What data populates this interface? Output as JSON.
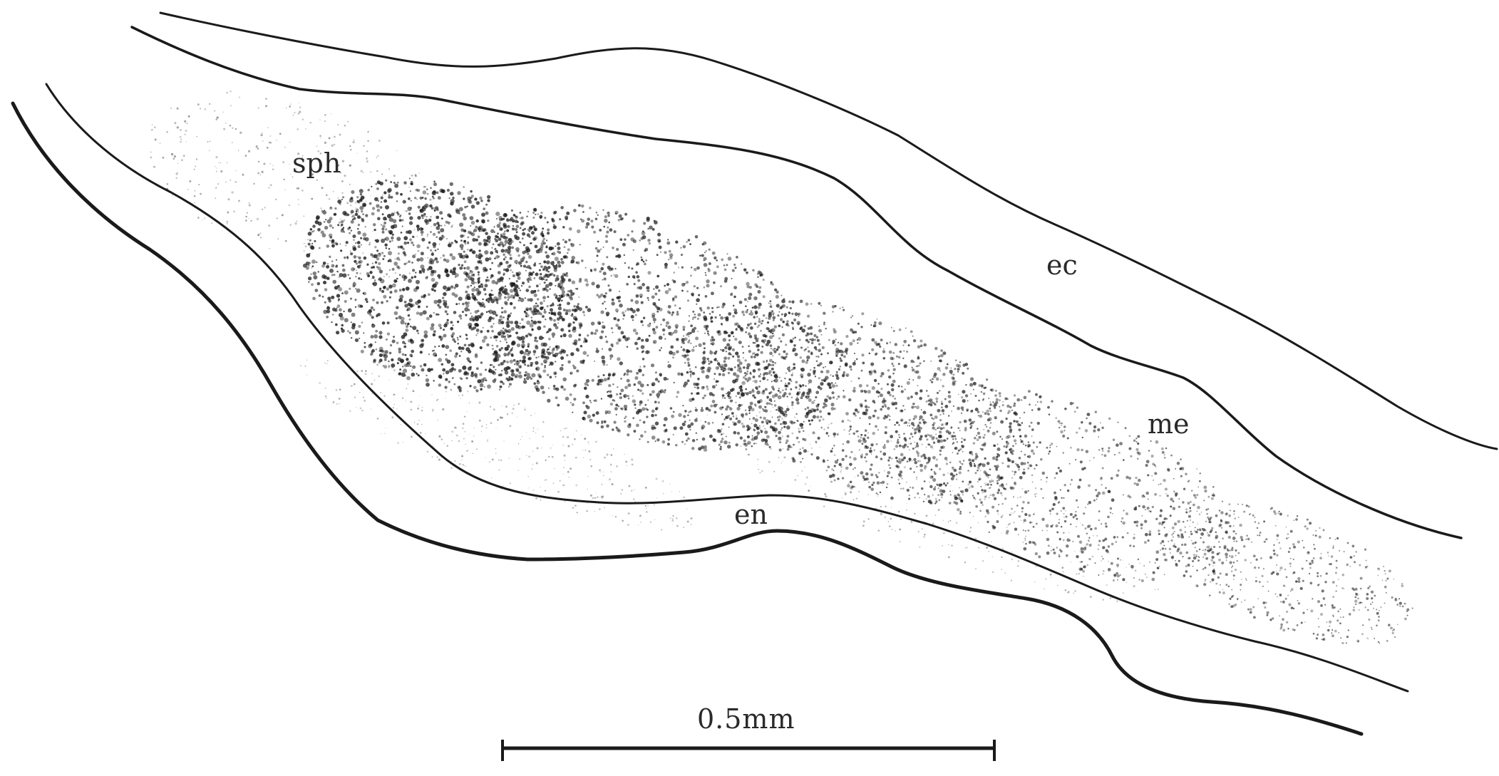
{
  "labels": {
    "sph": "sph",
    "ec": "ec",
    "me": "me",
    "en": "en"
  },
  "scale_bar": {
    "label": "0.5mm"
  },
  "colors": {
    "ink": "#1a1a1a",
    "background": "#ffffff"
  }
}
